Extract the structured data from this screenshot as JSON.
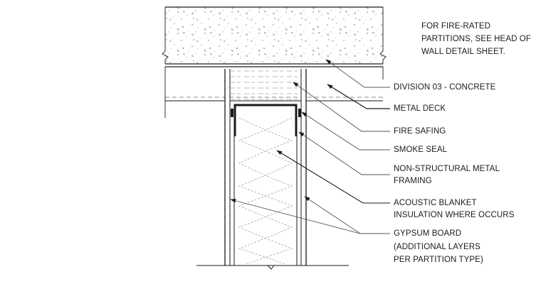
{
  "note": {
    "lines": [
      "FOR FIRE-RATED",
      "PARTITIONS, SEE HEAD OF",
      "WALL DETAIL SHEET."
    ]
  },
  "labels": {
    "concrete": "DIVISION 03 - CONCRETE",
    "metal_deck": "METAL DECK",
    "fire_safing": "FIRE SAFING",
    "smoke_seal": "SMOKE SEAL",
    "framing": [
      "NON-STRUCTURAL METAL",
      "FRAMING"
    ],
    "insulation": [
      "ACOUSTIC BLANKET",
      "INSULATION WHERE OCCURS"
    ],
    "gypsum": [
      "GYPSUM BOARD",
      "(ADDITIONAL LAYERS",
      "PER PARTITION TYPE)"
    ]
  },
  "colors": {
    "line": "#1a1a1a",
    "leader": "#555555",
    "hatch": "#888888"
  }
}
